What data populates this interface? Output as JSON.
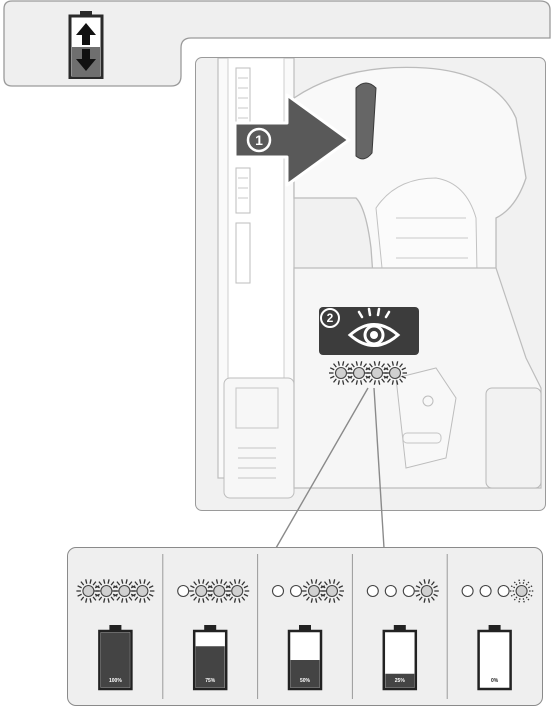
{
  "header": {
    "icon": "battery-swap-icon"
  },
  "figure": {
    "description_icon": "nailer-tool",
    "steps": [
      {
        "number": "1",
        "icon": "arrow-right-icon"
      },
      {
        "number": "2",
        "icon": "eye-icon"
      }
    ]
  },
  "fuel_gauge": {
    "levels": [
      {
        "label": "100%",
        "lit": 4,
        "fill": 1.0
      },
      {
        "label": "75%",
        "lit": 3,
        "fill": 0.75
      },
      {
        "label": "50%",
        "lit": 2,
        "fill": 0.5
      },
      {
        "label": "25%",
        "lit": 1,
        "fill": 0.25
      },
      {
        "label": "0%",
        "lit": 1,
        "fill": 0.0,
        "blinking": true
      }
    ]
  },
  "colors": {
    "panel": "#efefef",
    "border": "#8a8a8a",
    "dark": "#444444",
    "badge": "#3c3c3c"
  }
}
